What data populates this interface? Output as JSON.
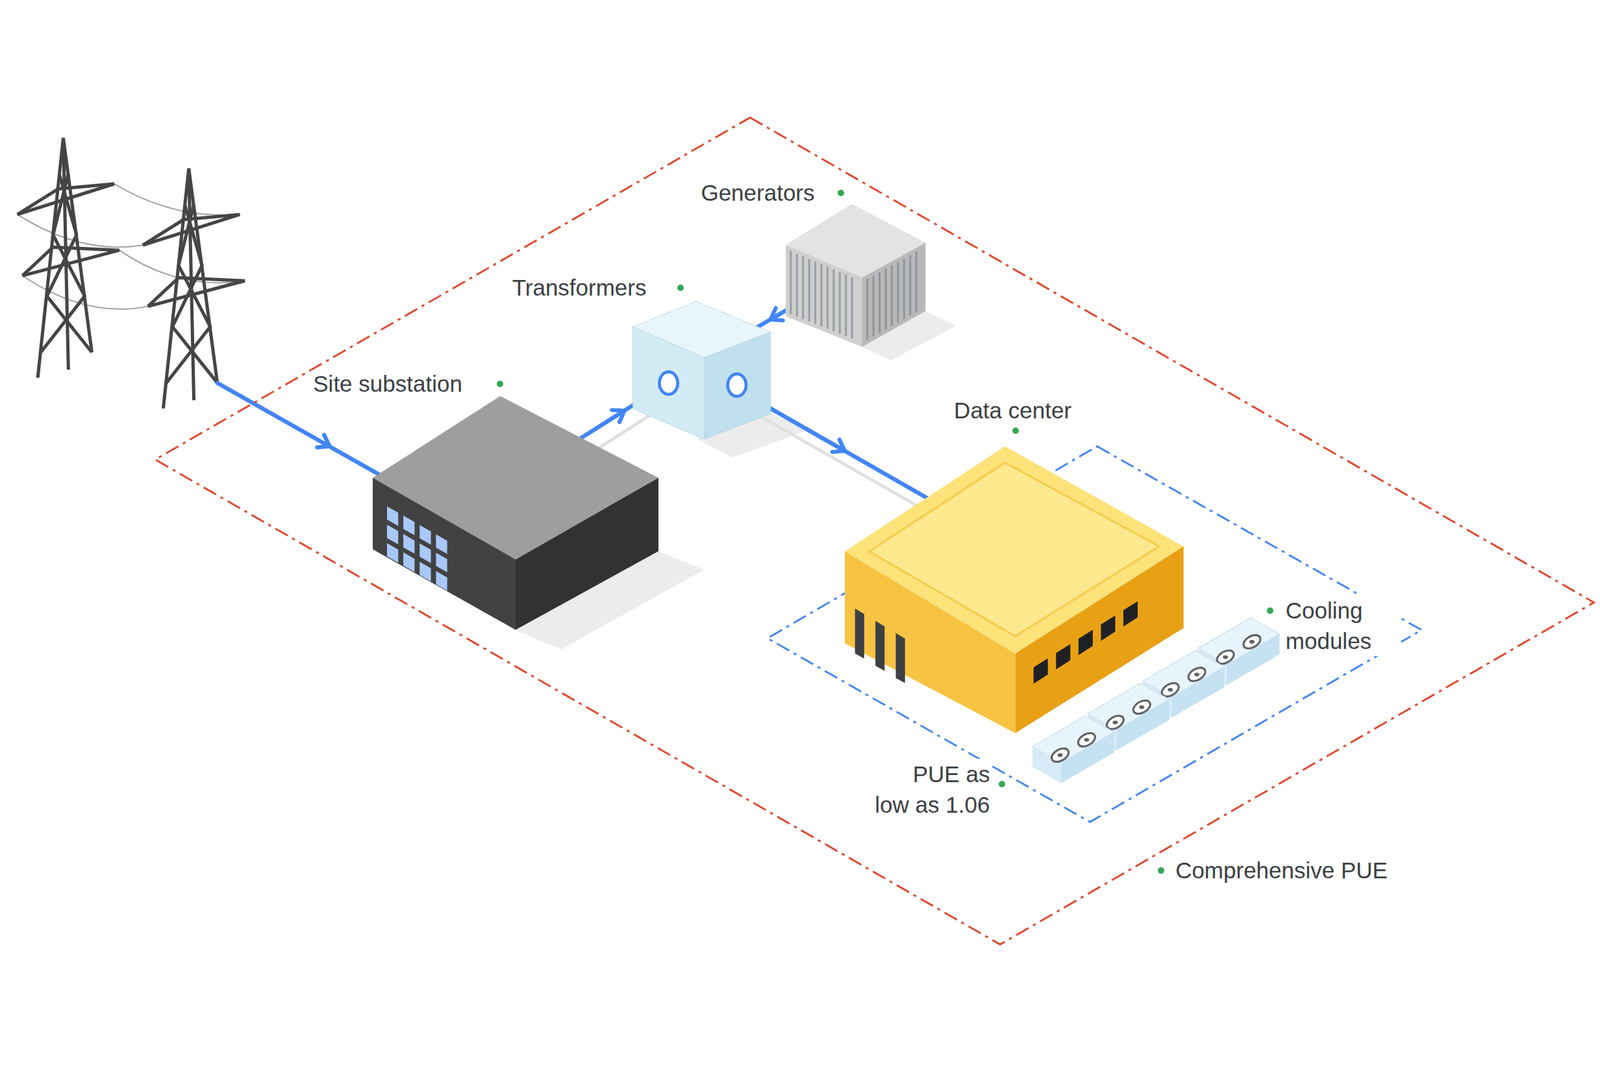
{
  "diagram": {
    "nodes": [
      {
        "text": [
          "Comprehensive PUE"
        ]
      },
      {
        "text": [
          "Site substation"
        ],
        "in": 0
      },
      {
        "text": [
          "Transformers"
        ],
        "in": 0
      },
      {
        "text": [
          "Generators"
        ],
        "in": 0
      },
      {
        "text": [
          "PUE as low as 1.06"
        ],
        "in": 0
      },
      {
        "text": [
          "Data center"
        ],
        "in": 4
      },
      {
        "text": [
          "Cooling modules"
        ],
        "in": 4
      }
    ],
    "edges": [
      {
        "from": 1,
        "to": 2,
        "arrow": "to"
      },
      {
        "from": 3,
        "to": 2,
        "arrow": "to"
      },
      {
        "from": 2,
        "to": 5,
        "arrow": "to"
      }
    ]
  }
}
